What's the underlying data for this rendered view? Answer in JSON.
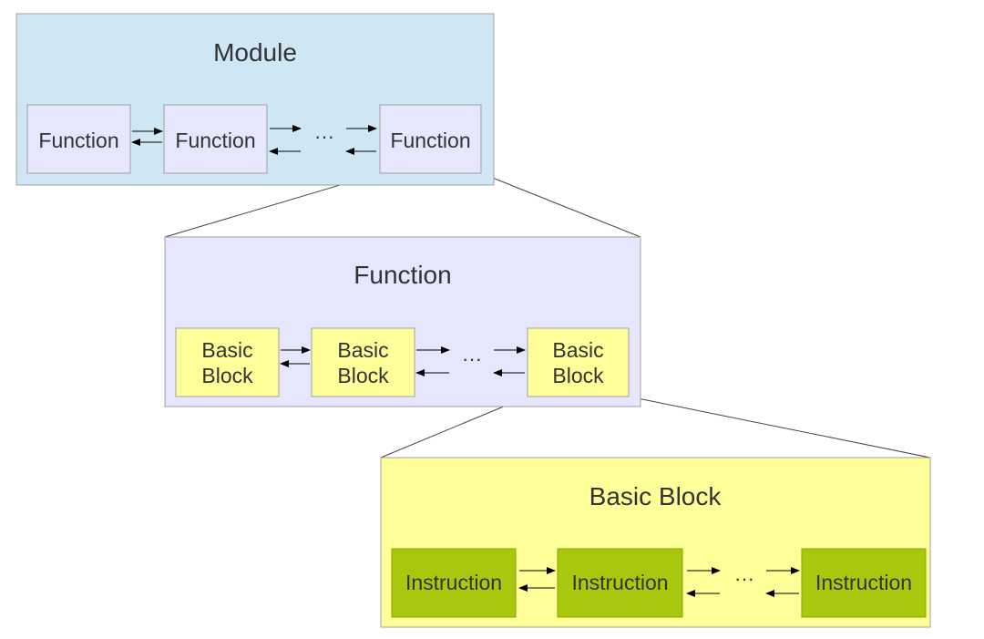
{
  "colors": {
    "module_bg": "#cfe7f5",
    "function_bg": "#e6e6ff",
    "basic_block_bg": "#ffff99",
    "instruction_bg": "#a7c80d",
    "border": "#a0a0a0",
    "arrow": "#000000",
    "text": "#333333"
  },
  "module": {
    "title": "Module",
    "items": [
      "Function",
      "Function",
      "Function"
    ],
    "ellipsis": "···"
  },
  "function": {
    "title": "Function",
    "items": [
      [
        "Basic",
        "Block"
      ],
      [
        "Basic",
        "Block"
      ],
      [
        "Basic",
        "Block"
      ]
    ],
    "ellipsis": "···"
  },
  "basic_block": {
    "title": "Basic Block",
    "items": [
      "Instruction",
      "Instruction",
      "Instruction"
    ],
    "ellipsis": "···"
  }
}
